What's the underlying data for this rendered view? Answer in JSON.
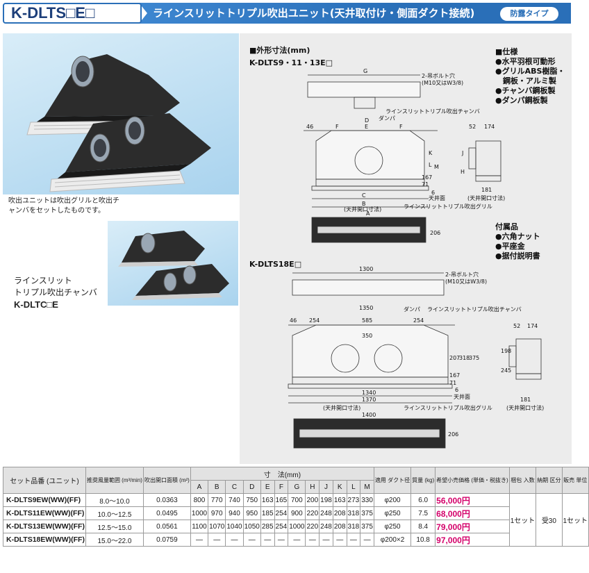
{
  "header": {
    "model_code": "K-DLTS□E□",
    "title": "ラインスリットトリプル吹出ユニット(天井取付け・側面ダクト接続)",
    "badge": "防露タイプ"
  },
  "captions": {
    "unit_note": "吹出ユニットは吹出グリルと吹出チャンバをセットしたものです。",
    "chamber_name_line1": "ラインスリット",
    "chamber_name_line2": "トリプル吹出チャンバ",
    "chamber_model": "K-DLTC□E"
  },
  "diagram": {
    "section_title": "■外形寸法(mm)",
    "model_a": "K-DLTS9・11・13E□",
    "model_b": "K-DLTS18E□",
    "specs_title": "■仕様",
    "specs": [
      "●水平羽根可動形",
      "●グリルABS樹脂・",
      "　鋼板・アルミ製",
      "●チャンバ鋼板製",
      "●ダンパ鋼板製"
    ],
    "accessories_title": "付属品",
    "accessories": [
      "●六角ナット",
      "●平座金",
      "●据付説明書"
    ],
    "labels": {
      "bolt_hole": "2-吊ボルト穴",
      "bolt_spec": "(M10又はW3/8)",
      "damper": "ダンパ",
      "chamber": "ラインスリットトリプル吹出チャンバ",
      "grille": "ラインスリットトリプル吹出グリル",
      "ceiling_opening": "(天井開口寸法)",
      "ceiling_surface": "天井面"
    },
    "dims_a": {
      "G": "G",
      "D": "D",
      "E": "E",
      "F": "F",
      "A": "A",
      "B": "B",
      "C": "C",
      "H": "H",
      "J": "J",
      "K": "K",
      "L": "L",
      "M": "M",
      "n46": "46",
      "n52": "52",
      "n174": "174",
      "n167": "167",
      "n71": "71",
      "n6": "6",
      "n181": "181",
      "n206": "206"
    },
    "dims_b": {
      "n1300": "1300",
      "n1350": "1350",
      "n46": "46",
      "n254": "254",
      "n585": "585",
      "n350": "350",
      "n1340": "1340",
      "n1370": "1370",
      "n1400": "1400",
      "n198": "198",
      "n245": "245",
      "n375": "375",
      "n318": "318",
      "n207": "207",
      "n167": "167",
      "n71": "71",
      "n6": "6",
      "n52": "52",
      "n174": "174",
      "n181": "181",
      "n206": "206"
    }
  },
  "table": {
    "headers": {
      "model": "セット品番\n(ユニット)",
      "airflow": "推奨風量範囲\n(m³/min)",
      "opening": "吹出開口面積\n(m²)",
      "dims_group": "寸　法(mm)",
      "dim_letters": [
        "A",
        "B",
        "C",
        "D",
        "E",
        "F",
        "G",
        "H",
        "J",
        "K",
        "L",
        "M"
      ],
      "duct": "適用\nダクト径",
      "mass": "質量\n(kg)",
      "price": "希望小売価格\n(単価・税抜き)",
      "pack": "梱包\n入数",
      "delivery": "納期\n区分",
      "unit": "販売\n単位"
    },
    "rows": [
      {
        "model": "K-DLTS9EW(WW)(FF)",
        "airflow": "8.0〜10.0",
        "opening": "0.0363",
        "dims": [
          "800",
          "770",
          "740",
          "750",
          "163",
          "165",
          "700",
          "200",
          "198",
          "163",
          "273",
          "330"
        ],
        "duct": "φ200",
        "mass": "6.0",
        "price": "56,000円"
      },
      {
        "model": "K-DLTS11EW(WW)(FF)",
        "airflow": "10.0〜12.5",
        "opening": "0.0495",
        "dims": [
          "1000",
          "970",
          "940",
          "950",
          "185",
          "254",
          "900",
          "220",
          "248",
          "208",
          "318",
          "375"
        ],
        "duct": "φ250",
        "mass": "7.5",
        "price": "68,000円"
      },
      {
        "model": "K-DLTS13EW(WW)(FF)",
        "airflow": "12.5〜15.0",
        "opening": "0.0561",
        "dims": [
          "1100",
          "1070",
          "1040",
          "1050",
          "285",
          "254",
          "1000",
          "220",
          "248",
          "208",
          "318",
          "375"
        ],
        "duct": "φ250",
        "mass": "8.4",
        "price": "79,000円"
      },
      {
        "model": "K-DLTS18EW(WW)(FF)",
        "airflow": "15.0〜22.0",
        "opening": "0.0759",
        "dims": [
          "—",
          "—",
          "—",
          "—",
          "—",
          "—",
          "—",
          "—",
          "—",
          "—",
          "—",
          "—"
        ],
        "duct": "φ200×2",
        "mass": "10.8",
        "price": "97,000円"
      }
    ],
    "pack": "1セット",
    "delivery": "受30",
    "unit": "1セット"
  }
}
